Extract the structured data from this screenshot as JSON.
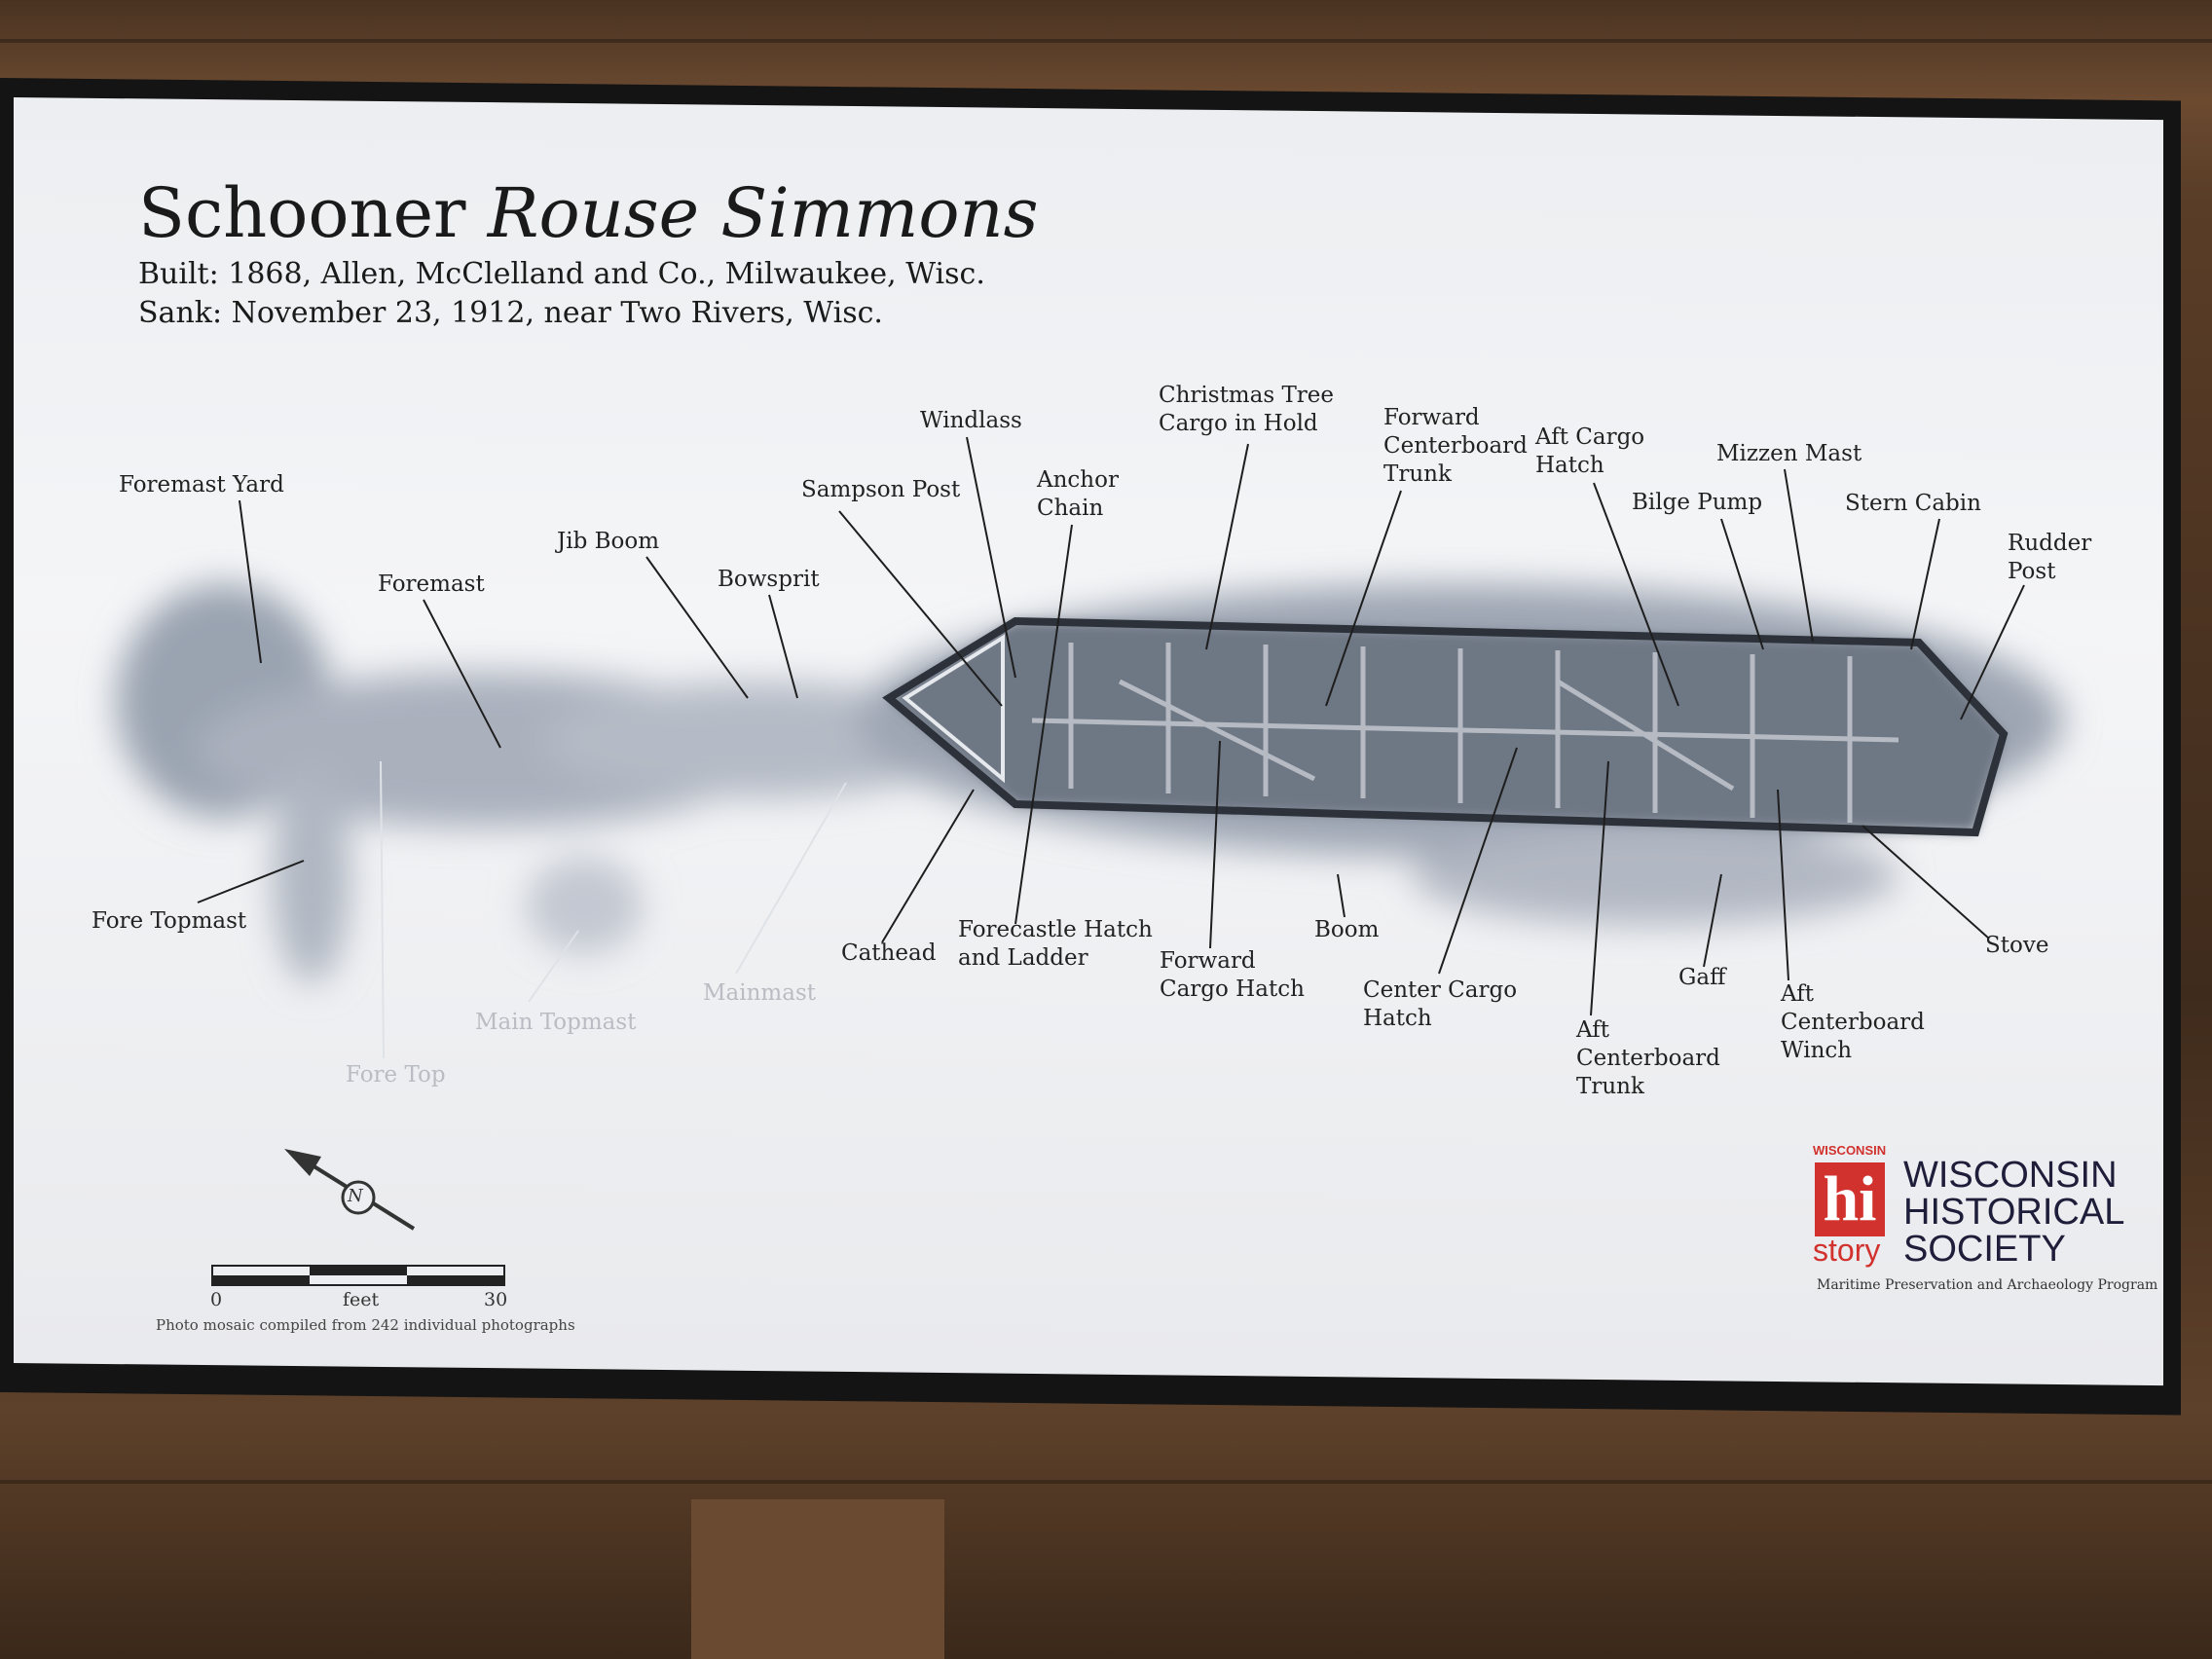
{
  "title": {
    "prefix": "Schooner",
    "ship_name": "Rouse Simmons"
  },
  "built": "Built: 1868, Allen, McClelland and Co., Milwaukee, Wisc.",
  "sank": "Sank: November 23, 1912, near Two Rivers, Wisc.",
  "labels": {
    "foremast_yard": "Foremast Yard",
    "foremast": "Foremast",
    "jib_boom": "Jib Boom",
    "bowsprit": "Bowsprit",
    "sampson_post": "Sampson Post",
    "windlass": "Windlass",
    "anchor_chain": "Anchor\nChain",
    "christmas_tree": "Christmas Tree\nCargo in Hold",
    "forward_centerboard_trunk": "Forward\nCenterboard\nTrunk",
    "aft_cargo_hatch": "Aft Cargo\nHatch",
    "mizzen_mast": "Mizzen Mast",
    "bilge_pump": "Bilge Pump",
    "stern_cabin": "Stern Cabin",
    "rudder_post": "Rudder\nPost",
    "fore_topmast": "Fore Topmast",
    "fore_top": "Fore Top",
    "main_topmast": "Main Topmast",
    "mainmast": "Mainmast",
    "cathead": "Cathead",
    "forecastle_hatch": "Forecastle Hatch\nand Ladder",
    "forward_cargo_hatch": "Forward\nCargo Hatch",
    "boom": "Boom",
    "center_cargo_hatch": "Center Cargo\nHatch",
    "aft_centerboard_trunk": "Aft\nCenterboard\nTrunk",
    "gaff": "Gaff",
    "aft_centerboard_winch": "Aft\nCenterboard\nWinch",
    "stove": "Stove"
  },
  "compass": {
    "letter": "N"
  },
  "scale": {
    "start": "0",
    "unit": "feet",
    "end": "30"
  },
  "caption": "Photo mosaic compiled from 242 individual photographs",
  "logo": {
    "top": "WISCONSIN",
    "mark": "hi",
    "bottom": "story",
    "org": "WISCONSIN\nHISTORICAL\nSOCIETY",
    "program": "Maritime Preservation and Archaeology Program"
  },
  "colors": {
    "logo_red": "#d2322d",
    "wood": "#5a3d27",
    "panel": "#eceef1"
  }
}
